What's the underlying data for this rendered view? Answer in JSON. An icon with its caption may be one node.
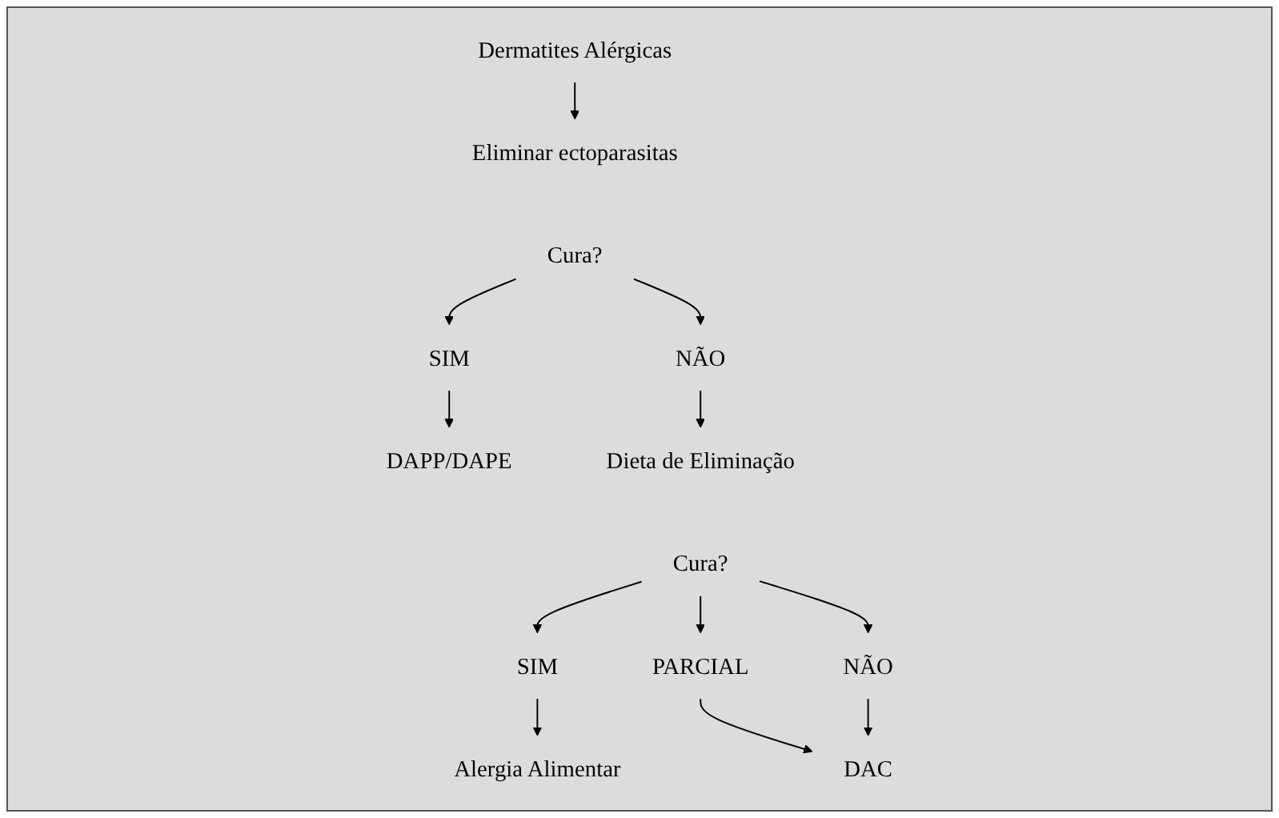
{
  "diagram": {
    "nodes": [
      {
        "text": [
          "Dermatites Alérgicas"
        ]
      },
      {
        "text": [
          "Eliminar ectoparasitas"
        ]
      },
      {
        "text": [
          "Cura?"
        ]
      },
      {
        "text": [
          "SIM"
        ]
      },
      {
        "text": [
          "NÃO"
        ]
      },
      {
        "text": [
          "DAPP/DAPE"
        ]
      },
      {
        "text": [
          "Dieta de Eliminação"
        ]
      },
      {
        "text": [
          "Cura?"
        ]
      },
      {
        "text": [
          "SIM"
        ]
      },
      {
        "text": [
          "PARCIAL"
        ]
      },
      {
        "text": [
          "NÃO"
        ]
      },
      {
        "text": [
          "Alergia Alimentar"
        ]
      },
      {
        "text": [
          "DAC"
        ]
      }
    ],
    "edges": [
      {
        "from": 0,
        "to": 1,
        "arrow": "to"
      },
      {
        "from": 2,
        "to": 3,
        "arrow": "to"
      },
      {
        "from": 2,
        "to": 4,
        "arrow": "to"
      },
      {
        "from": 3,
        "to": 5,
        "arrow": "to"
      },
      {
        "from": 4,
        "to": 6,
        "arrow": "to"
      },
      {
        "from": 7,
        "to": 8,
        "arrow": "to"
      },
      {
        "from": 7,
        "to": 9,
        "arrow": "to"
      },
      {
        "from": 7,
        "to": 10,
        "arrow": "to"
      },
      {
        "from": 8,
        "to": 11,
        "arrow": "to"
      },
      {
        "from": 9,
        "to": 12,
        "arrow": "to"
      },
      {
        "from": 10,
        "to": 12,
        "arrow": "to"
      }
    ]
  }
}
